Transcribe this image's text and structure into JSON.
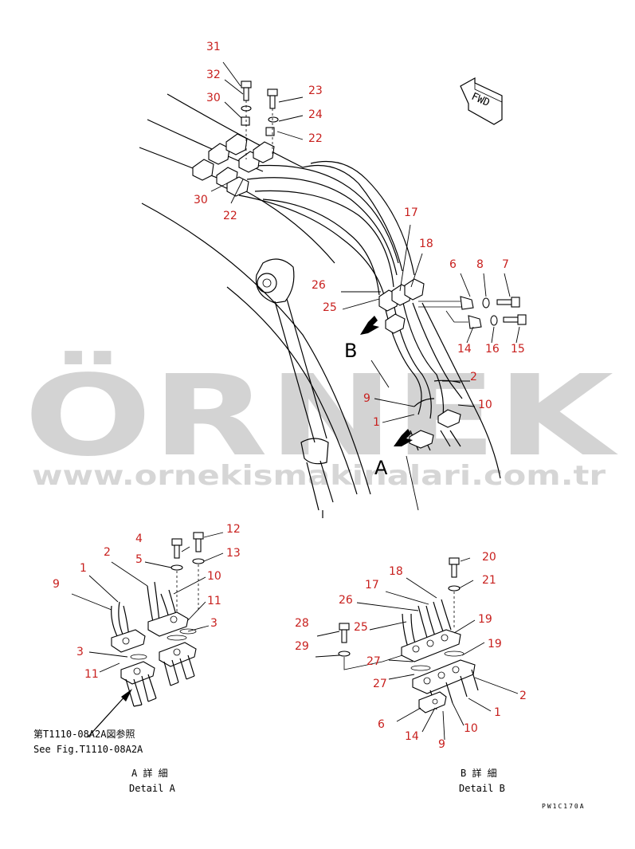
{
  "watermark": {
    "brand": "ÖRNEK",
    "url": "www.ornekismakinalari.com.tr",
    "dot_color": "#f0c94c",
    "text_color": "#c9c9c9"
  },
  "direction": {
    "label": "FWD",
    "icon": "fwd-arrow-icon"
  },
  "view_letters": {
    "a": "A",
    "b": "B"
  },
  "part_numbers": [
    "1",
    "2",
    "3",
    "4",
    "5",
    "6",
    "7",
    "8",
    "9",
    "10",
    "11",
    "12",
    "13",
    "14",
    "15",
    "16",
    "17",
    "18",
    "19",
    "20",
    "21",
    "22",
    "23",
    "24",
    "25",
    "26",
    "27",
    "28",
    "29",
    "30",
    "31",
    "32"
  ],
  "captions": {
    "see_fig_jp": "第T1110-08A2A図参照",
    "see_fig_en": "See Fig.T1110-08A2A",
    "detail_a_jp": "A 詳 細",
    "detail_a_en": "Detail A",
    "detail_b_jp": "B 詳 細",
    "detail_b_en": "Detail B"
  },
  "drawing_code": "PW1C170A",
  "colors": {
    "callout": "#c8201e",
    "line": "#000000"
  }
}
